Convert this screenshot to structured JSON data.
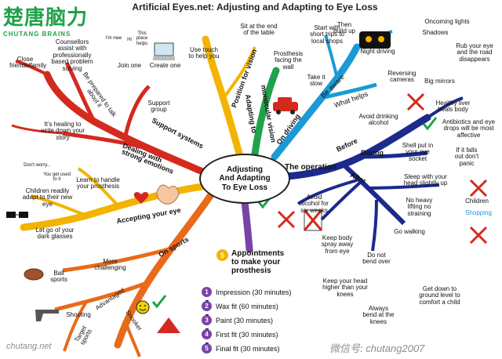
{
  "logo": {
    "cn": "楚唐脑力",
    "en": "CHUTANG BRAINS"
  },
  "title": "Artificial Eyes.net: Adjusting and Adapting to Eye Loss",
  "center": {
    "line1": "Adjusting",
    "line2": "And Adapting",
    "line3": "To Eye Loss"
  },
  "branches": {
    "support": "Support systems",
    "emotions1": "Dealing with",
    "emotions2": "strong emotions",
    "accepting": "Accepting your eye",
    "sports": "On sports",
    "position": "Position for vision",
    "adapting1": "Adapting to",
    "adapting2": "monocular vision",
    "driving": "On driving",
    "operation": "The operation",
    "before": "Before",
    "during": "During",
    "after": "After",
    "helps": "What helps",
    "aware": "Be aware"
  },
  "labels": {
    "close_friends": "Close friends/family",
    "counsellors": "Counsellors assist with professionally based problem solving",
    "join_one": "Join one",
    "create_one": "Create one",
    "support_group": "Support group",
    "im_new": "I'm new",
    "hi": "Hi",
    "this_place": "This place helps",
    "prepared": "Be prepared to talk about it",
    "healing": "It's healing to write down your story",
    "learn": "Learn to handle your prosthesis",
    "dont_worry": "Don't worry...",
    "you_get_used": "You get used to it",
    "children": "Children readily adapt to their new eye",
    "dark_glasses": "Let go of your dark glasses",
    "touch": "Use touch to help you",
    "sit_end": "Sit at the end of the table",
    "prosthesis_wall": "Prosthesis facing the wall",
    "start_short": "Start with short trips to local shops",
    "then_build": "Then build up",
    "take_slow": "Take it slow",
    "night_driving": "Night driving",
    "oncoming": "Oncoming lights",
    "shadows": "Shadows",
    "rub_eye": "Rub your eye and the road disappears",
    "reversing": "Reversing cameras",
    "big_mirrors": "Big mirrors",
    "avoid_drinking": "Avoid drinking alcohol",
    "healthy_liver": "Healthy liver heals body",
    "antibiotics": "Antibiotics and eye drops will be most affective",
    "shell": "Shell put in your eye socket",
    "if_falls": "If it falls out don't panic",
    "sleep": "Sleep with your head slightly up",
    "no_heavy": "No heavy lifting no straining",
    "children2": "Children",
    "shopping": "Shopping",
    "avoid_alcohol6": "Avoid alcohol for six weeks",
    "keep_spray": "Keep body spray away from eye",
    "go_walking": "Go walking",
    "do_not_bend": "Do not bend over",
    "keep_head": "Keep your head higher than your knees",
    "always_bend": "Always bend at the knees",
    "get_down": "Get down to ground level to comfort a child",
    "more_challenging": "More challenging",
    "ball_sports": "Ball sports",
    "advantaged": "Advantaged",
    "shooting": "Shooting",
    "target_sports": "Target sports",
    "snooker": "Snooker"
  },
  "appointments": {
    "badge": "5",
    "heading1": "Appointments",
    "heading2": "to make your",
    "heading3": "prosthesis",
    "steps": [
      {
        "n": "1",
        "label": "Impression (30 minutes)"
      },
      {
        "n": "2",
        "label": "Wax fit (60 minutes)"
      },
      {
        "n": "3",
        "label": "Paint (30 minutes)"
      },
      {
        "n": "4",
        "label": "First fit (30 minutes)"
      },
      {
        "n": "5",
        "label": "Final fit (30 minutes)"
      }
    ]
  },
  "watermarks": {
    "left": "chutang.net",
    "right": "微信号: chutang2007"
  },
  "colors": {
    "red": "#d42a1e",
    "yellow": "#f2b400",
    "orange": "#e86a1a",
    "blue": "#1c9ad6",
    "navy": "#1b2a8c",
    "purple": "#7a43a8",
    "green": "#1fa24a"
  }
}
